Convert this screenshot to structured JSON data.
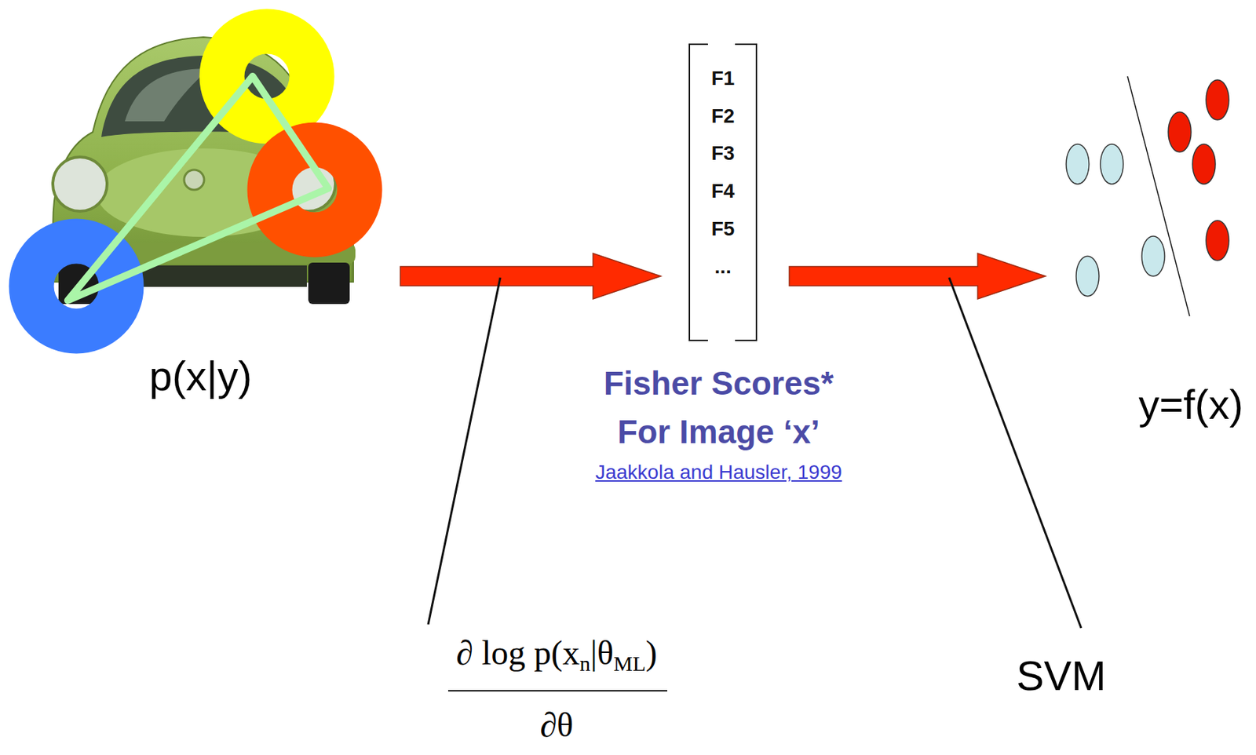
{
  "diagram": {
    "nodes": [
      {
        "text": [
          "p(x|y)"
        ]
      },
      {
        "text": [
          "F1",
          "F2",
          "F3",
          "F4",
          "F5",
          "...",
          "Fisher Scores* For Image ‘x’",
          "Jaakkola and Hausler, 1999"
        ]
      },
      {
        "text": [
          "y=f(x)"
        ]
      }
    ],
    "edges": [
      {
        "from": 0,
        "to": 1,
        "arrow": "to"
      },
      {
        "from": 1,
        "to": 2,
        "arrow": "to"
      }
    ],
    "labels": [
      "∂ log p(x",
      "n",
      "|θ",
      "ML",
      ")",
      "∂θ",
      "SVM"
    ]
  }
}
